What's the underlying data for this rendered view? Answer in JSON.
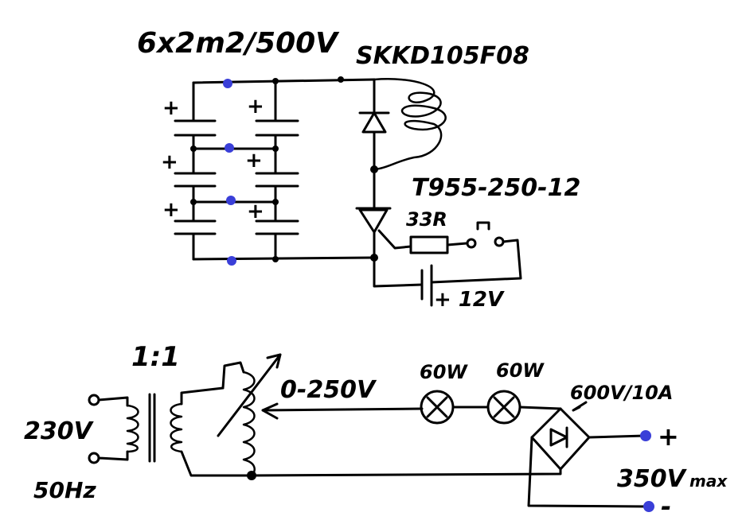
{
  "labels": {
    "capacitor_bank": "6x2m2/500V",
    "diode": "SKKD105F08",
    "thyristor": "T955-250-12",
    "resistor": "33R",
    "battery": "+ 12V",
    "transformer_ratio": "1:1",
    "mains_voltage": "230V",
    "mains_freq": "50Hz",
    "variac_range": "0-250V",
    "lamp1": "60W",
    "lamp2": "60W",
    "bridge": "600V/10A",
    "output_max": "350V",
    "output_max_suffix": "max",
    "out_plus": "+",
    "out_minus": "-",
    "cap_plus": "+"
  },
  "colors": {
    "wire": "#000000",
    "terminal": "#3a3fd8"
  }
}
